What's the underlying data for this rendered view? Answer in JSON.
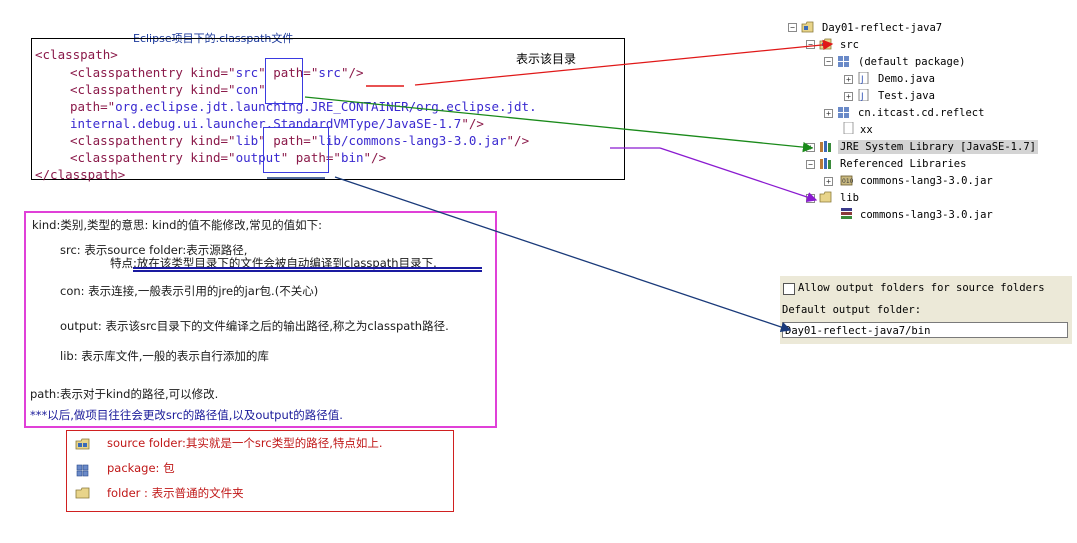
{
  "code_caption": "Eclipse项目下的.classpath文件",
  "dir_note": "表示该目录",
  "classpath": {
    "open_tag": "<classpath>",
    "entries": [
      {
        "prefix": "<classpathentry kind=\"",
        "kind": "src",
        "mid": "\" path=\"",
        "path": "src",
        "end": "\"/>"
      },
      {
        "prefix": "<classpathentry kind=\"",
        "kind": "con",
        "mid": "\"",
        "path": "",
        "end": ""
      },
      {
        "prefix": "",
        "kind": "",
        "mid": "path=\"",
        "path": "org.eclipse.jdt.launching.JRE_CONTAINER/org.eclipse.jdt.",
        "end": ""
      },
      {
        "prefix": "",
        "kind": "",
        "mid": "",
        "path": "internal.debug.ui.launcher.StandardVMType/JavaSE-1.7",
        "end": "\"/>"
      },
      {
        "prefix": "<classpathentry kind=\"",
        "kind": "lib",
        "mid": "\" path=\"",
        "path": "lib/commons-lang3-3.0.jar",
        "end": "\"/>"
      },
      {
        "prefix": "<classpathentry kind=\"",
        "kind": "output",
        "mid": "\" path=\"",
        "path": "bin",
        "end": "\"/>"
      }
    ],
    "close_tag": "</classpath>"
  },
  "explanation": {
    "kind_title": "kind:类别,类型的意思: kind的值不能修改,常见的值如下:",
    "src_line": "src: 表示source folder:表示源路径,",
    "src_feature": "特点:放在该类型目录下的文件会被自动编译到classpath目录下.",
    "con_line": "con: 表示连接,一般表示引用的jre的jar包.(不关心)",
    "output_line": "output: 表示该src目录下的文件编译之后的输出路径,称之为classpath路径.",
    "lib_line": "lib: 表示库文件,一般的表示自行添加的库",
    "path_line": "path:表示对于kind的路径,可以修改.",
    "note_line": "***以后,做项目往往会更改src的路径值,以及output的路径值."
  },
  "legend": [
    {
      "icon": "source-folder-icon",
      "text": "source folder:其实就是一个src类型的路径,特点如上."
    },
    {
      "icon": "package-icon",
      "text": "package: 包"
    },
    {
      "icon": "folder-icon",
      "text": "folder : 表示普通的文件夹"
    }
  ],
  "tree": {
    "project": "Day01-reflect-java7",
    "src": "src",
    "default_package": "(default package)",
    "demo": "Demo.java",
    "test": "Test.java",
    "pkg": "cn.itcast.cd.reflect",
    "xx": "xx",
    "jre": "JRE System Library [JavaSE-1.7]",
    "ref_libs": "Referenced Libraries",
    "ref_jar": "commons-lang3-3.0.jar",
    "lib": "lib",
    "lib_jar": "commons-lang3-3.0.jar"
  },
  "output_panel": {
    "checkbox_label": "Allow output folders for source folders",
    "field_label": "Default output folder:",
    "field_value": "Day01-reflect-java7/bin"
  },
  "colors": {
    "red_arrow": "#e01818",
    "green_arrow": "#1a8a1a",
    "purple_arrow": "#8a1ad0",
    "navy_arrow": "#1a3a7a",
    "explain_border": "#e040d8",
    "legend_border": "#d02020"
  }
}
